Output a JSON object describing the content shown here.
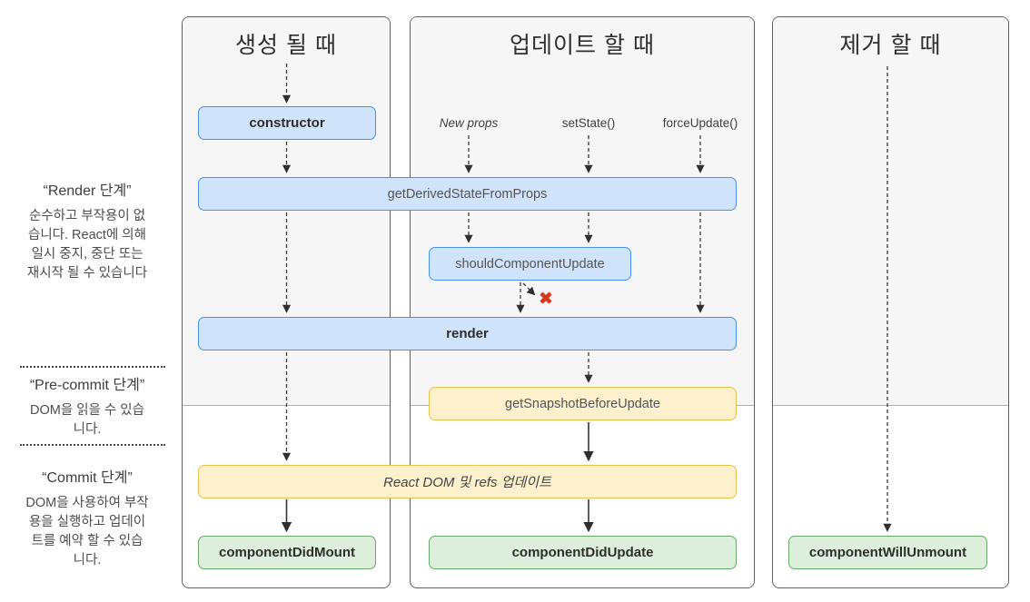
{
  "columns": [
    {
      "title": "생성 될 때"
    },
    {
      "title": "업데이트 할 때"
    },
    {
      "title": "제거 할 때"
    }
  ],
  "triggers": [
    {
      "label": "New props"
    },
    {
      "label": "setState()"
    },
    {
      "label": "forceUpdate()"
    }
  ],
  "boxes": {
    "constructor": {
      "label": "constructor"
    },
    "get_derived": {
      "label": "getDerivedStateFromProps"
    },
    "should_update": {
      "label": "shouldComponentUpdate"
    },
    "render": {
      "label": "render"
    },
    "get_snapshot": {
      "label": "getSnapshotBeforeUpdate"
    },
    "react_dom_update": {
      "label": "React DOM 및 refs 업데이트"
    },
    "did_mount": {
      "label": "componentDidMount"
    },
    "did_update": {
      "label": "componentDidUpdate"
    },
    "will_unmount": {
      "label": "componentWillUnmount"
    }
  },
  "sidebar": {
    "phases": [
      {
        "title": "“Render 단계”",
        "lines": [
          "순수하고 부작용이 없",
          "습니다. React에 의해",
          "일시 중지, 중단 또는",
          "재시작 될 수 있습니다"
        ]
      },
      {
        "title": "“Pre-commit 단계”",
        "lines": [
          "DOM을 읽을 수 있습",
          "니다."
        ]
      },
      {
        "title": "“Commit 단계”",
        "lines": [
          "DOM을 사용하여 부작",
          "용을 실행하고 업데이",
          "트를 예약 할 수 있습",
          "니다."
        ]
      }
    ]
  },
  "icons": {
    "abort": "✖"
  },
  "colors": {
    "blue_fill": "#cfe3fb",
    "blue_border": "#4a90e8",
    "yellow_fill": "#fcf0cd",
    "yellow_border": "#e9c14d",
    "green_fill": "#ddeedd",
    "green_border": "#69a869",
    "abort_red": "#d5371f",
    "phase_bg": "#f6f6f6",
    "phase_line": "#b0b0b0",
    "column_border": "#5f5f5f"
  }
}
